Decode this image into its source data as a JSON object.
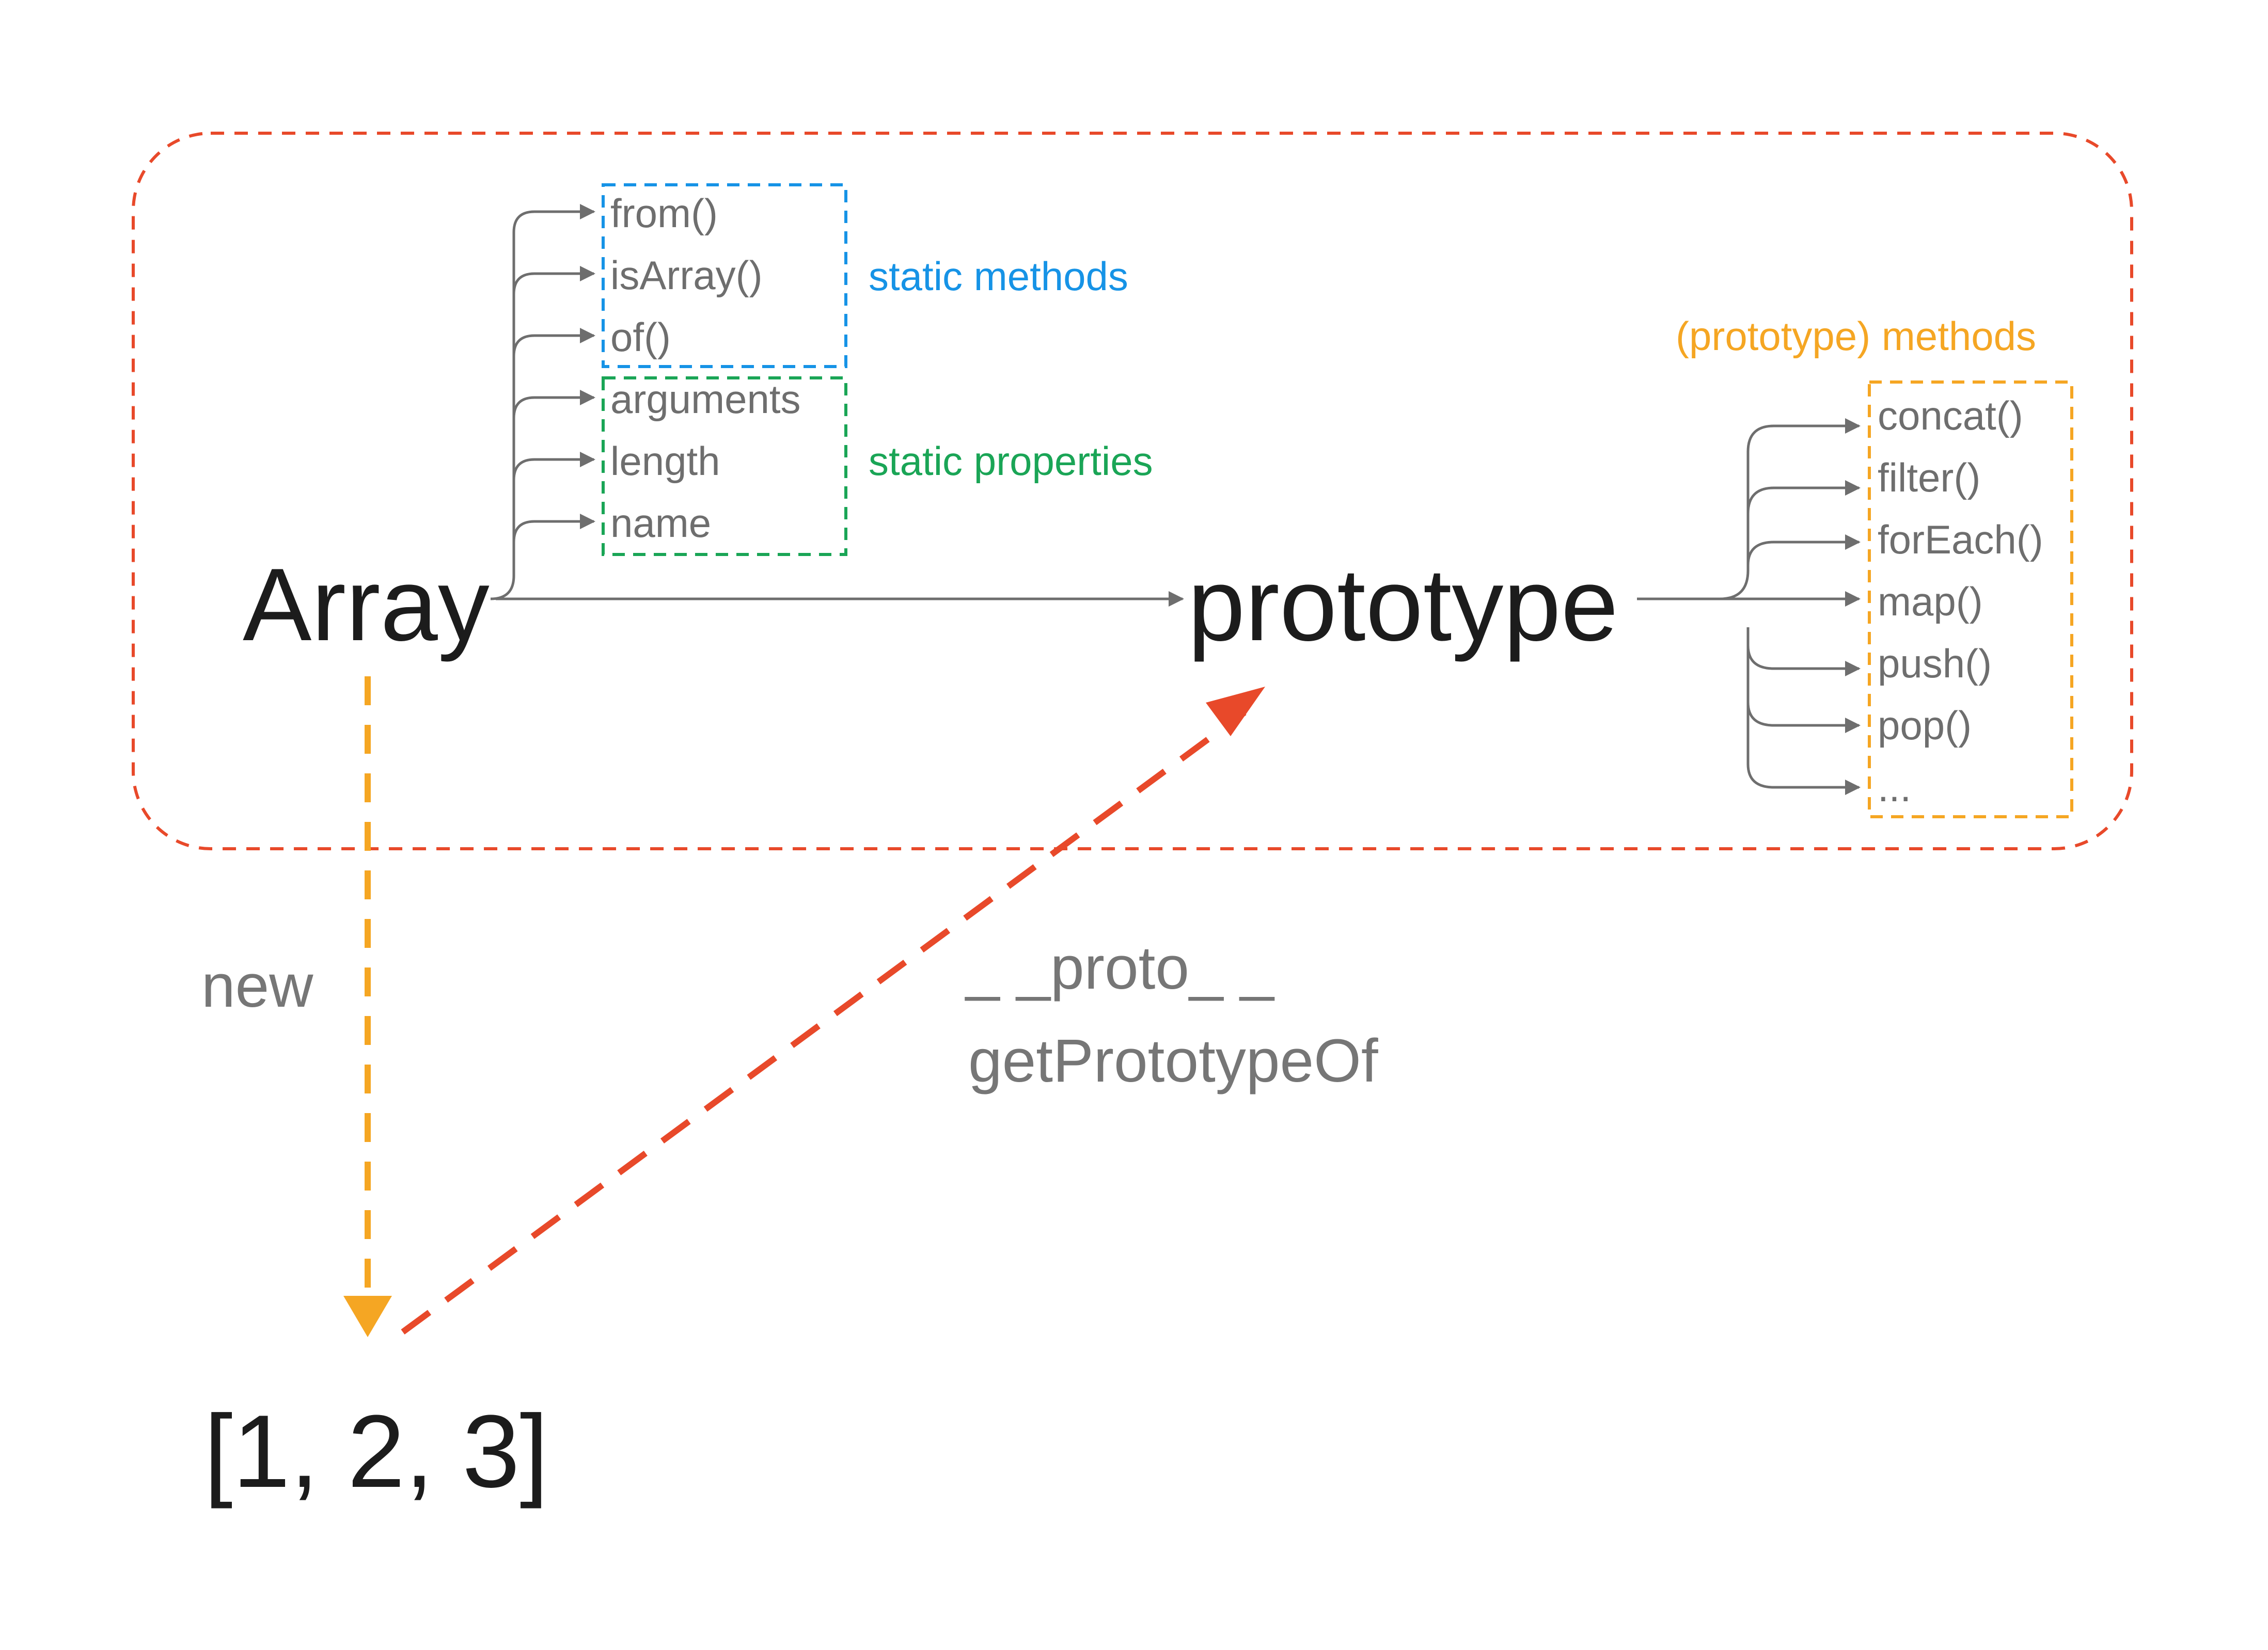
{
  "diagram": {
    "constructor_label": "Array",
    "prototype_label": "prototype",
    "instance_label": "[1, 2, 3]",
    "new_label": "new",
    "proto_labels": [
      "_ _proto_ _",
      "getPrototypeOf"
    ],
    "static_methods": {
      "title": "static methods",
      "items": [
        "from()",
        "isArray()",
        "of()"
      ]
    },
    "static_properties": {
      "title": "static properties",
      "items": [
        "arguments",
        "length",
        "name"
      ]
    },
    "prototype_methods": {
      "title": "(prototype) methods",
      "items": [
        "concat()",
        "filter()",
        "forEach()",
        "map()",
        "push()",
        "pop()",
        "..."
      ]
    }
  },
  "colors": {
    "outer_border": "#e8492a",
    "static_methods": "#1693e6",
    "static_properties": "#1aa556",
    "prototype_methods": "#f5a623",
    "new_arrow": "#f5a623",
    "proto_arrow": "#e8492a",
    "connector": "#6e6e6e",
    "main_text": "#1c1c1c",
    "secondary_text": "#767676"
  }
}
